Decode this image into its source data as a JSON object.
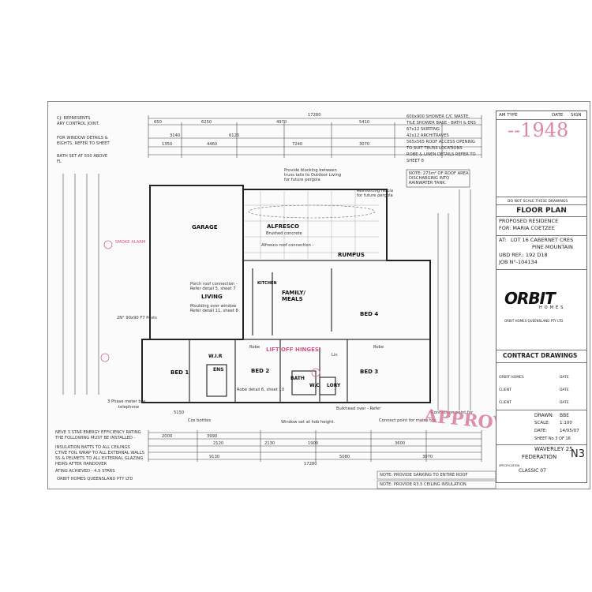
{
  "top_notes": [
    "600x900 SHOWER C/C WASTE,",
    "TILE SHOWER BASE - BATH & ENS",
    "67x12 SKIRTING",
    "42x12 ARCHITRAVES",
    "565x565 ROOF ACCESS OPENING",
    "TO SUIT TRUSS LOCATIONS",
    "ROBE & LINEN DETAILS REFER TO",
    "SHEET 8"
  ],
  "left_notes": [
    "CJ: REPRESENTS",
    "ARY CONTROL JOINT.",
    "FOR WINDOW DETAILS &",
    "EIGHTS, REFER TO SHEET",
    "BATH SET AT 550 ABOVE",
    "FL"
  ],
  "roof_note": [
    "NOTE: 273m² OF ROOF AREA",
    "DISCHARGING INTO",
    "RAINWATER TANK."
  ],
  "rooms": {
    "garage": "GARAGE",
    "alfresco": "ALFRESCO",
    "rumpus": "RUMPUS",
    "family": "FAMILY/",
    "meals": "MEALS",
    "living": "LIVING",
    "kitchen": "KITCHEN",
    "bed4": "BED 4",
    "bed1": "BED 1",
    "bed2": "BED 2",
    "bed3": "BED 3",
    "wir": "W.I.R",
    "ens": "ENS",
    "bath": "BATH",
    "wc": "W.C",
    "lory": "LORY",
    "robe": "Robe",
    "lin": "Lin"
  },
  "annotations": {
    "smoke": "SMOKE ALARM",
    "lift": "LIFT OFF HINGES",
    "posts": "2N° 90x90 F7 Posts",
    "meter": "3 Phase meter box,",
    "telephone": "telephone",
    "provide_blocking": "Provide blocking between",
    "provide_blocking2": "truss tails to Outdoor Living",
    "provide_blocking3": "for future pergola",
    "reinforcing": "Reinforcing fascia",
    "reinforcing2": "for future pergola",
    "brushed": "Brushed concrete",
    "alfresco_roof": "Alfresco roof connection - ",
    "porch": "Porch roof connection -",
    "porch2": "Refer detail 5, sheet 7",
    "moulding": "Moulding over window",
    "moulding2": "Refer detail 11, sheet 8",
    "robe_note": "Robe detail 6, sheet 10",
    "window_note": "Window set at hob height.",
    "bulkhead": "Bulkhead over - Refer",
    "connect": "Connect point for mains top",
    "connection": "Connection point for",
    "cos": "Cos bottles"
  },
  "dimensions": {
    "overall_top": "17280",
    "overall_bottom": "17280",
    "d1": "650",
    "d2": "6250",
    "d3": "4970",
    "d4": "5410",
    "d5": "3140",
    "d6": "6120",
    "d7": "7240",
    "d8": "3070",
    "d9": "1350",
    "d10": "4460",
    "d11": "5150",
    "d12": "9130",
    "d13": "5080",
    "d14": "3070",
    "d15": "2000",
    "d16": "3990",
    "d17": "2120",
    "d18": "1900",
    "d19": "2130",
    "d20": "3600"
  },
  "bottom_notes": [
    "NEVE 3 STAR ENERGY EFFICIENCY RATING",
    "THE FOLLOWING MUST BE INSTALLED -",
    "INSULATION BATTS TO ALL CEILINGS",
    "CTIVE FOIL WRAP TO ALL EXTERNAL WALLS",
    "5S & PELMETS TO ALL EXTERNAL GLAZING",
    "HEIRS AFTER HANDOVER",
    "ATING ACHIEVED - 4.5 STARS",
    "ORBIT HOMES QUEENSLAND PTY LTD"
  ],
  "provide_notes": [
    "NOTE: PROVIDE SARKING TO ENTIRE ROOF",
    "NOTE: PROVIDE R3.5 CEILING INSULATION"
  ],
  "title_block": {
    "am_type": "AM TYPE",
    "date": "DATE",
    "sign": "SIGN",
    "stamp_number": "--1948",
    "do_not_scale": "DO NOT SCALE THESE DRAWINGS",
    "sheet_title": "FLOOR PLAN",
    "project": "PROPOSED RESIDENCE",
    "client": "FOR: MARIA COETZEE",
    "at": "AT:",
    "address1": "LOT 16 CABERNET CRES",
    "address2": "PINE MOUNTAIN",
    "ubd": "UBD REF.: 192 D18",
    "job": "JOB N°-104134",
    "brand": "ORBIT",
    "brand_sub": "HOMES",
    "company": "ORBIT HOMES QUEENSLAND PTY LTD",
    "contract": "CONTRACT DRAWINGS",
    "orbit_homes": "ORBIT HOMES",
    "client_l": "CLIENT",
    "date_l": "DATE",
    "drawn_l": "DRAWN:",
    "drawn": "BBE",
    "scale_l": "SCALE:",
    "scale": "1:100",
    "date2_l": "DATE:",
    "date2": "14/05/07",
    "sheet": "SHEET No 3 OF 16",
    "design": "WAVERLEY 25",
    "facade": "FEDERATION",
    "facade_code": "N3",
    "spec_l": "SPECIFICATION",
    "spec": "CLASSIC 07",
    "approved": "APPROVED"
  },
  "colors": {
    "stamp": "#d46b8a",
    "lines": "#444444"
  }
}
